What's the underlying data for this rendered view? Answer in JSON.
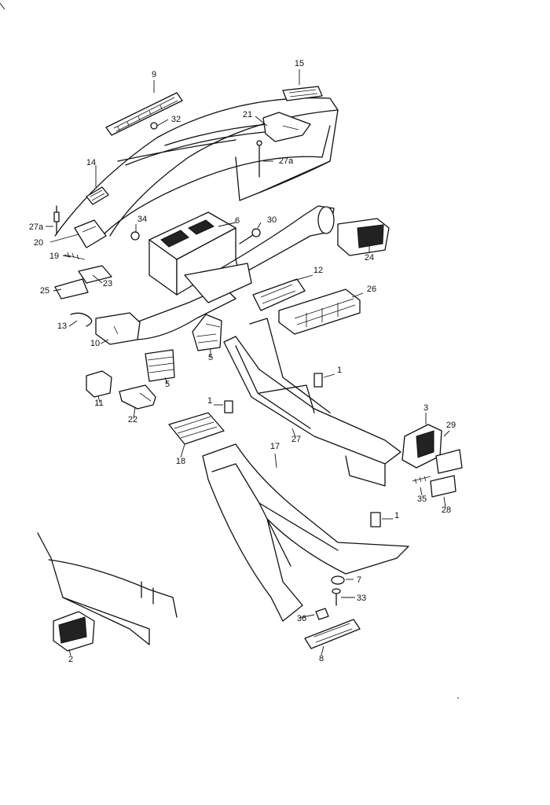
{
  "diagram": {
    "callouts": [
      "9",
      "15",
      "32",
      "21",
      "27a",
      "14",
      "27a",
      "20",
      "34",
      "6",
      "30",
      "19",
      "24",
      "25",
      "23",
      "12",
      "26",
      "13",
      "10",
      "5",
      "5",
      "1",
      "11",
      "22",
      "3",
      "29",
      "1",
      "18",
      "17",
      "27",
      "35",
      "28",
      "1",
      "7",
      "33",
      "36",
      "8",
      "2"
    ]
  }
}
